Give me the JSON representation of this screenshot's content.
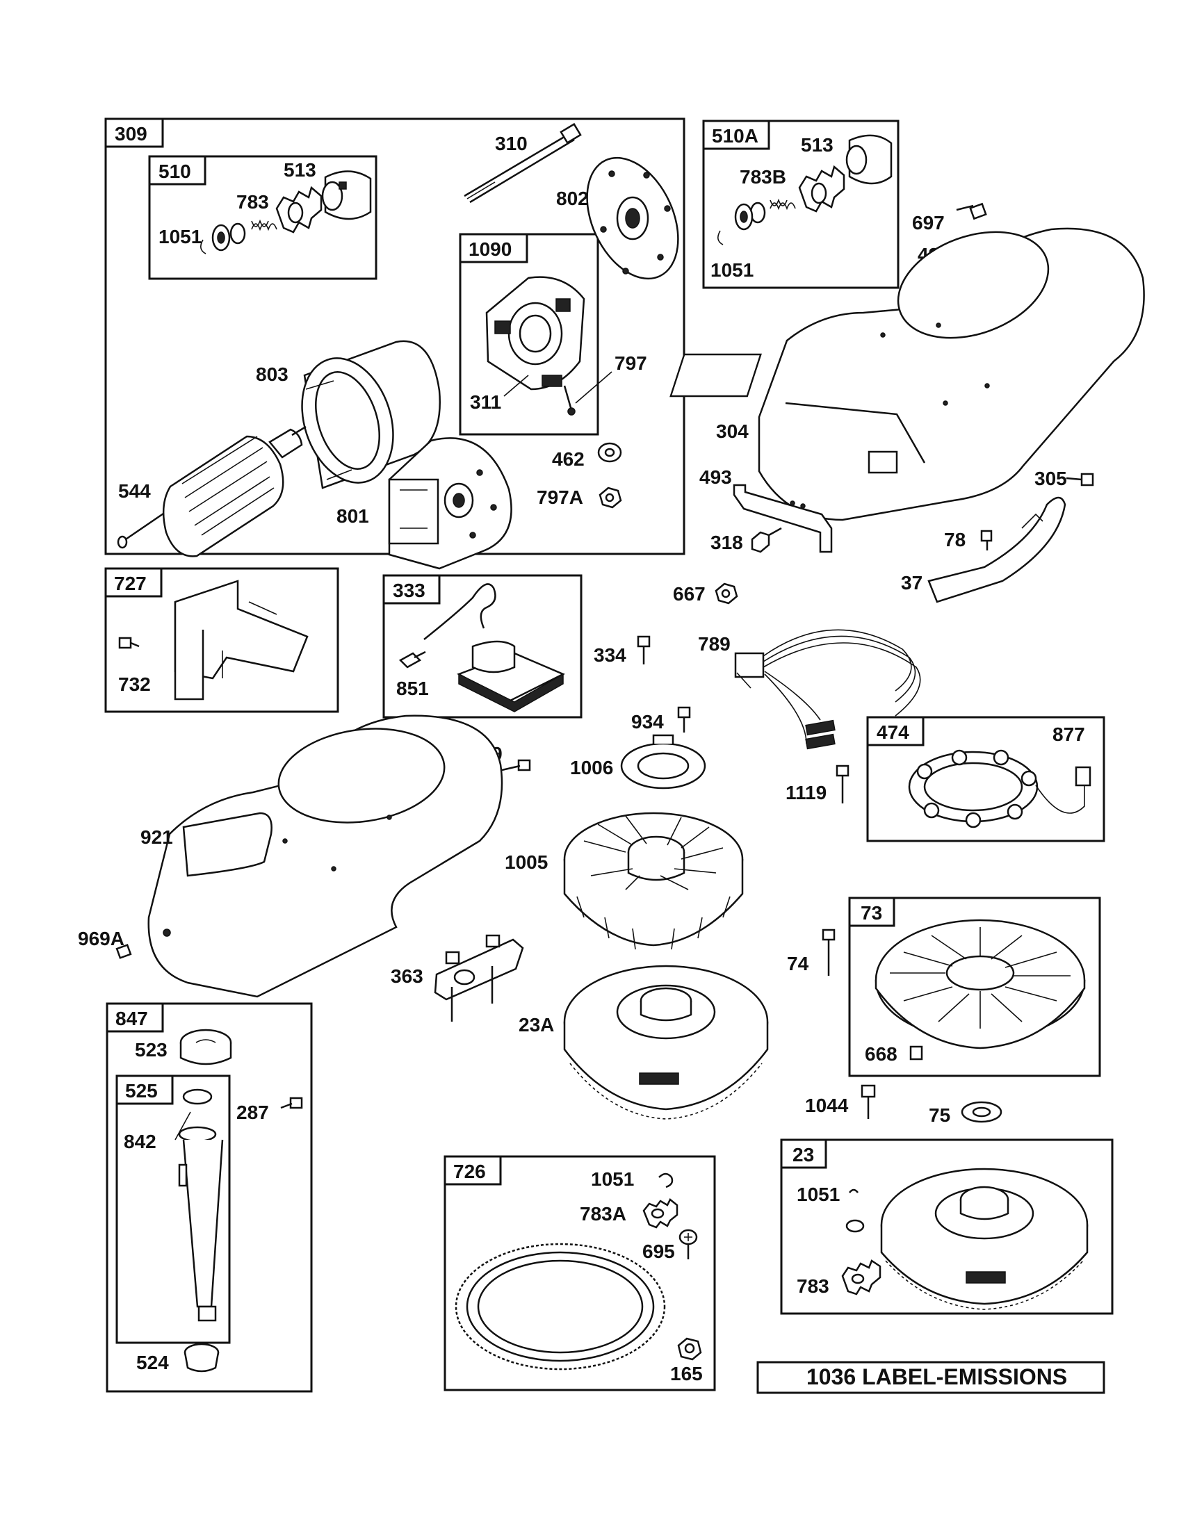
{
  "diagram": {
    "boxes": [
      {
        "id": "309"
      },
      {
        "id": "510"
      },
      {
        "id": "1090"
      },
      {
        "id": "510A"
      },
      {
        "id": "727"
      },
      {
        "id": "333"
      },
      {
        "id": "474"
      },
      {
        "id": "73"
      },
      {
        "id": "847"
      },
      {
        "id": "525"
      },
      {
        "id": "726"
      },
      {
        "id": "23"
      }
    ],
    "labels": [
      "310",
      "513",
      "783",
      "1051",
      "802",
      "803",
      "311",
      "797",
      "462",
      "797A",
      "544",
      "801",
      "513",
      "783B",
      "1051",
      "697",
      "493A",
      "304",
      "493",
      "318",
      "305",
      "78",
      "37",
      "667",
      "732",
      "851",
      "334",
      "789",
      "934",
      "1006",
      "969",
      "877",
      "1119",
      "921",
      "1005",
      "969A",
      "363",
      "23A",
      "74",
      "668",
      "1044",
      "75",
      "523",
      "287",
      "842",
      "524",
      "1051",
      "783A",
      "695",
      "165",
      "1051",
      "783"
    ],
    "banner": "1036 LABEL-EMISSIONS"
  }
}
